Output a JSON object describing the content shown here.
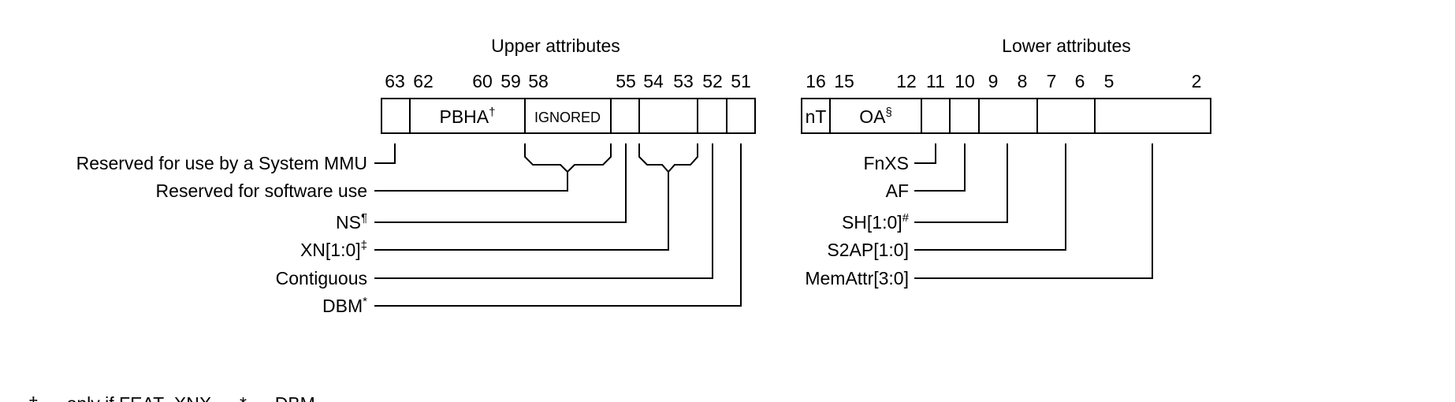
{
  "upper": {
    "title": "Upper attributes",
    "bit_numbers": [
      "63",
      "62",
      "60",
      "59",
      "58",
      "55",
      "54",
      "53",
      "52",
      "51"
    ],
    "fields": {
      "pbha": "PBHA",
      "pbha_mark": "†",
      "ignored": "IGNORED"
    },
    "labels": {
      "sys_mmu": "Reserved for use by a System MMU",
      "software": "Reserved for software use",
      "ns": "NS",
      "ns_mark": "¶",
      "xn": "XN[1:0]",
      "xn_mark": "‡",
      "contiguous": "Contiguous",
      "dbm": "DBM",
      "dbm_mark": "*"
    }
  },
  "lower": {
    "title": "Lower attributes",
    "bit_numbers": [
      "16",
      "15",
      "12",
      "11",
      "10",
      "9",
      "8",
      "7",
      "6",
      "5",
      "2"
    ],
    "fields": {
      "nt": "nT",
      "oa": "OA",
      "oa_mark": "§"
    },
    "labels": {
      "fnxs": "FnXS",
      "af": "AF",
      "sh": "SH[1:0]",
      "sh_mark": "#",
      "s2ap": "S2AP[1:0]",
      "memattr": "MemAttr[3:0]"
    }
  },
  "footnote": "‡ … only if FEAT_XNX …  * … DBM … "
}
